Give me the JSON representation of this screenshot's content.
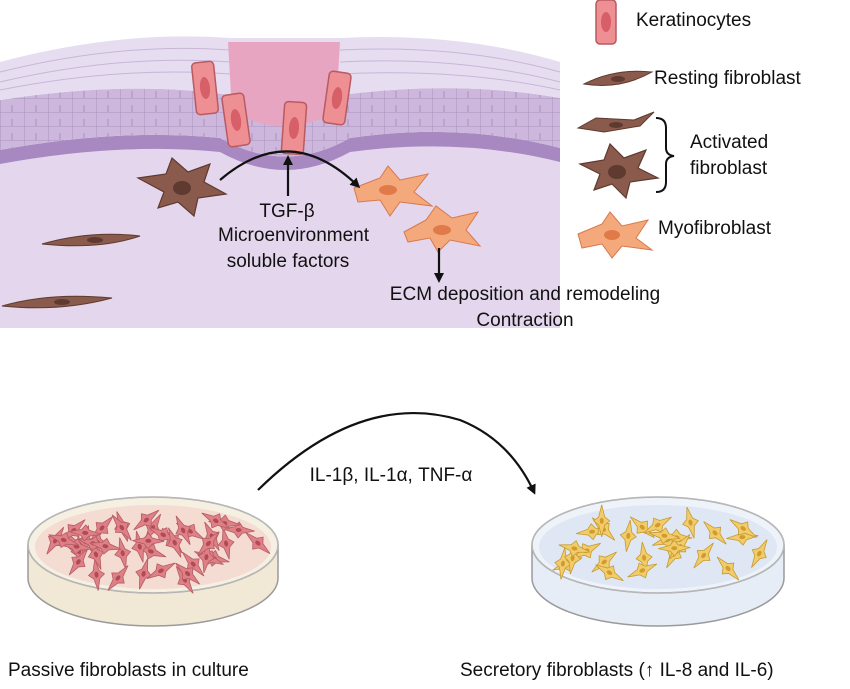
{
  "legend": {
    "keratinocytes": "Keratinocytes",
    "resting": "Resting fibroblast",
    "activated_line1": "Activated",
    "activated_line2": "fibroblast",
    "myofibroblast": "Myofibroblast"
  },
  "skin": {
    "signal_line1": "TGF-β",
    "signal_line2": "Microenvironment",
    "signal_line3": "soluble factors",
    "outcome_line1": "ECM deposition and remodeling",
    "outcome_line2": "Contraction"
  },
  "culture": {
    "stimuli": "IL-1β, IL-1α, TNF-α",
    "left_caption": "Passive fibroblasts in culture",
    "right_caption": "Secretory fibroblasts (↑ IL-8 and IL-6)"
  },
  "colors": {
    "dermis": "#e3d5ec",
    "keratinocyte": "#ee8f94",
    "fibroblast": "#8a5a4c",
    "myofibroblast": "#f4a97d",
    "passive_cell": "#df7f86",
    "secretory_cell": "#f1cc6a"
  }
}
